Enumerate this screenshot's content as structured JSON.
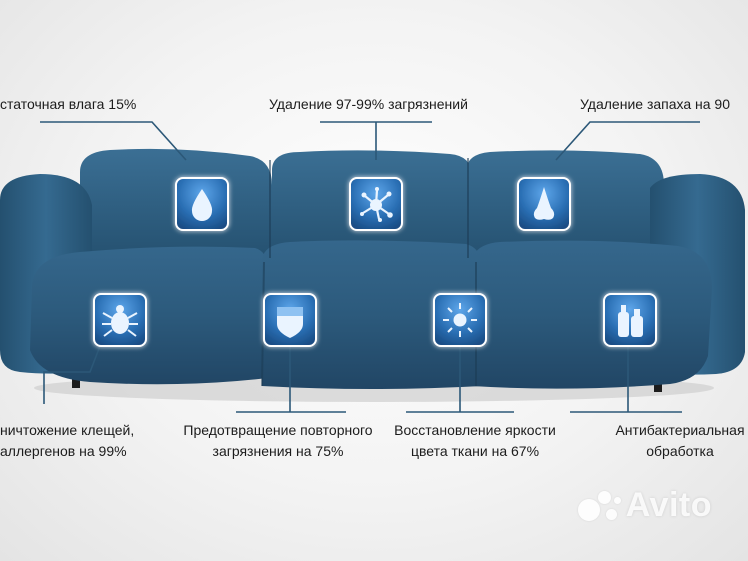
{
  "features": {
    "top_left": "статочная влага 15%",
    "top_center": "Удаление 97-99% загрязнений",
    "top_right": "Удаление запаха на 90",
    "bottom_1_line1": "ничтожение клещей,",
    "bottom_1_line2": "аллергенов на 99%",
    "bottom_2_line1": "Предотвращение повторного",
    "bottom_2_line2": "загрязнения на 75%",
    "bottom_3_line1": "Восстановление яркости",
    "bottom_3_line2": "цвета ткани на 67%",
    "bottom_4_line1": "Антибактериальная",
    "bottom_4_line2": "обработка"
  },
  "icons": {
    "top": [
      "water-drop-icon",
      "stain-splash-icon",
      "nose-icon"
    ],
    "bottom": [
      "mite-icon",
      "shield-icon",
      "sun-icon",
      "spray-bottles-icon"
    ]
  },
  "watermark": {
    "text": "Avito"
  },
  "colors": {
    "sofa": "#2c5878",
    "sofa_dark": "#1f3f58",
    "sofa_light": "#3f7297",
    "line": "#2c5878",
    "icon_bg": "#2a6fb4"
  }
}
